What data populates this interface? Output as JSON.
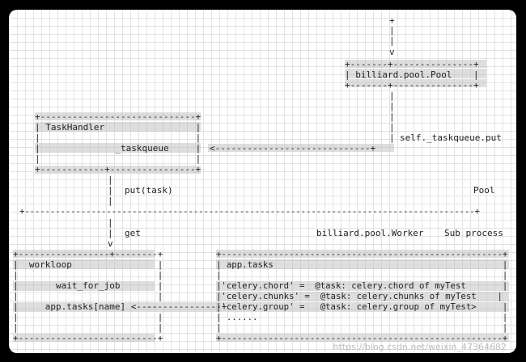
{
  "entry_arrow": {
    "top": "+",
    "bar1": "|",
    "bar2": "|",
    "head": "v"
  },
  "pool_box": {
    "top": "+-------+---------------+",
    "line": "| billiard.pool.Pool    |",
    "bottom": "+-------+---------------+"
  },
  "pool_connector": {
    "bar": "|",
    "call_label": "self._taskqueue.put"
  },
  "taskhandler_box": {
    "top": "+-----------------------------+",
    "title": "| TaskHandler                 |",
    "blank": "|                             |",
    "queue": "|              _taskqueue     |",
    "bottom": "+------------+----------------+"
  },
  "arrow_to_queue": "<-----------------------------+",
  "put_label": "put(task)",
  "pool_label": "Pool",
  "divider": "+----------------------------------------------------------------------------------------+",
  "get_label": "get",
  "worker_label": "billiard.pool.Worker",
  "subprocess_label": "Sub process",
  "worker_arrow_head": "v",
  "workloop_box": {
    "top": "+-----------------+--------+",
    "title": "|  workloop                |",
    "blank": "|                          |",
    "wait": "|       wait_for_job       |",
    "tasks": "|     app.tasks[name] <----",
    "bottom": "+--------------------------+"
  },
  "app_tasks_box": {
    "top": "+------------------------------------------------------+",
    "title": "| app.tasks                                            |",
    "blank": "|                                                      |",
    "chord": "|'celery.chord' =  @task: celery.chord of myTest       |",
    "chunks": "|'celery.chunks' =  @task: celery.chunks of myTest    |",
    "group": "|'celery.group' =   @task: celery.group of myTest>     |",
    "more": "| ......                                               |",
    "bottom": "+------------------------------------------------------+"
  },
  "back_arrow": "--------------+",
  "watermark": "https://blog.csdn.net/weixin_47364682"
}
